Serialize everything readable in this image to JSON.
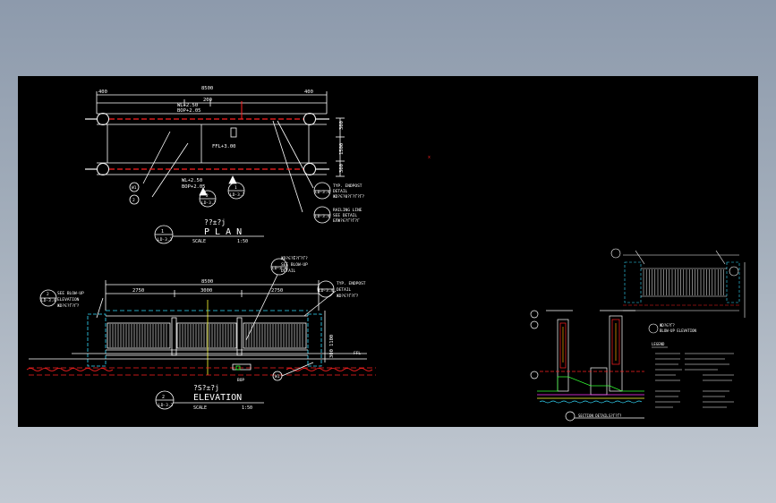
{
  "colors": {
    "background": "#000000",
    "line": "#ffffff",
    "red": "#ff2020",
    "cyan": "#33ddff",
    "yellow": "#ffff33",
    "green": "#33ff33",
    "magenta": "#ff33ff",
    "orange": "#ffaa00"
  },
  "plan": {
    "dim_top": "8500",
    "dim_left": "400",
    "dim_mid": "200",
    "dim_right": "400",
    "dim_r1": "300",
    "dim_r2": "1500",
    "dim_r3": "300",
    "wl_top": "WL+2.50",
    "bop_top": "BOP+2.05",
    "ffl": "FFL+3.00",
    "wl_bot": "WL+2.50",
    "bop_bot": "BOP+2.05",
    "tag_w1": "W1",
    "tag_2a": "2",
    "sec1_num": "1",
    "sec1_ref": "LD-3.7",
    "sec2_num": "2",
    "sec2_ref": "LD-3.7",
    "callout1_line1": "TYP. ENDPOST",
    "callout1_line2": "DETAIL",
    "callout1_line3": "ЖD?Є?0?Г?Ґ?Ґ?",
    "callout1_ref": "LD-3.4",
    "callout2_line1": "RAILING LINE",
    "callout2_line2": "SEE DETAIL",
    "callout2_line3": "БЎЖ?Є?Ґ?Ґ?Г",
    "callout2_ref": "LD-3.4",
    "title_cn": "??±?ј",
    "title": "P L A N",
    "scale_label": "SCALE",
    "scale": "1:50",
    "title_num": "1",
    "title_ref": "LD-3.2"
  },
  "elevation": {
    "dim_total": "8500",
    "dim_a": "2750",
    "dim_b": "3000",
    "dim_c": "2750",
    "blowup1_line1": "ЖD?Є?Ё?Ґ?Ґ?",
    "blowup1_line2": "SEE BLOW-UP",
    "blowup1_line3": "DETAIL",
    "blowup1_ref": "LD-3.4",
    "see_line1": "SEE BLOW-UP",
    "see_line2": "ELEVATION",
    "see_line3": "ЖD?Є?Ґ?Ґ?",
    "see_num": "2",
    "see_ref": "LD-3.4",
    "endpost_line1": "TYP. ENDPOST",
    "endpost_line2": "DETAIL",
    "endpost_line3": "ЖD?Є?Ґ?Ґ?",
    "endpost_ref": "LD-3.4",
    "h1": "1100",
    "h2": "300",
    "ffl": "FFL",
    "bop": "BOP",
    "tag_w1": "W1",
    "title_cn": "?Ѕ?±?ј",
    "title": "ELEVATION",
    "scale_label": "SCALE",
    "scale": "1:50",
    "title_num": "2",
    "title_ref": "LD-3.2"
  },
  "detail": {
    "blowup_title": "BLOW-UP ELEVATION",
    "blowup_cn": "ЖD?Є?Ґ?",
    "section_title": "SECTION DETAIL",
    "section_cn": "Ѕ?Г?Ґ?",
    "legend_title": "LEGEND"
  },
  "marker": "x"
}
